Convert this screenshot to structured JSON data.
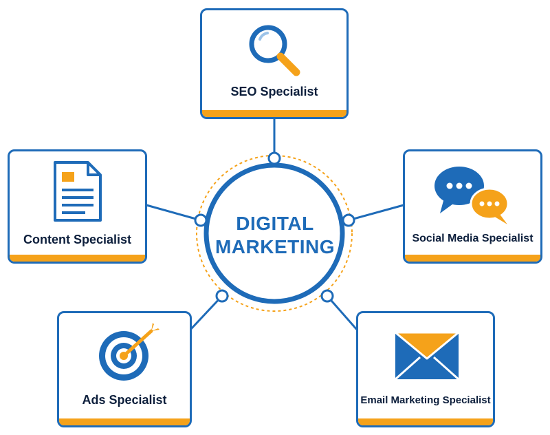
{
  "hub": {
    "line1": "DIGITAL",
    "line2": "MARKETING"
  },
  "roles": {
    "seo": {
      "label": "SEO Specialist",
      "icon": "magnifier-icon"
    },
    "content": {
      "label": "Content Specialist",
      "icon": "document-icon"
    },
    "social": {
      "label": "Social Media Specialist",
      "icon": "chat-bubbles-icon"
    },
    "ads": {
      "label": "Ads Specialist",
      "icon": "target-icon"
    },
    "email": {
      "label": "Email Marketing Specialist",
      "icon": "envelope-icon"
    }
  },
  "colors": {
    "primary": "#1e6bb8",
    "accent": "#f5a21a",
    "text": "#0d1f3c"
  }
}
